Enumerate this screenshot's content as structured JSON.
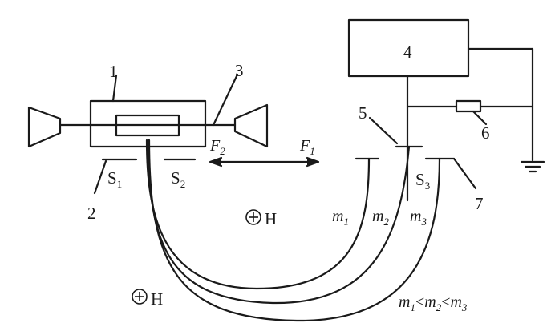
{
  "labels": {
    "n1": "1",
    "n2": "2",
    "n3": "3",
    "n4": "4",
    "n5": "5",
    "n6": "6",
    "n7": "7",
    "s1": {
      "letter": "S",
      "sub": "1"
    },
    "s2": {
      "letter": "S",
      "sub": "2"
    },
    "s3": {
      "letter": "S",
      "sub": "3"
    },
    "f2": {
      "letter": "F",
      "sub": "2"
    },
    "f1": {
      "letter": "F",
      "sub": "1"
    },
    "m1": {
      "letter": "m",
      "sub": "1"
    },
    "m2": {
      "letter": "m",
      "sub": "2"
    },
    "m3": {
      "letter": "m",
      "sub": "3"
    },
    "field_top": "H",
    "field_bottom": "H",
    "relation": {
      "m": "m",
      "lt": "<",
      "sub1": "1",
      "sub2": "2",
      "sub3": "3"
    }
  },
  "symbols": {
    "field": "circled-plus",
    "ground": "ground-symbol"
  },
  "colors": {
    "ink": "#1a1a1a",
    "background": "#ffffff"
  }
}
